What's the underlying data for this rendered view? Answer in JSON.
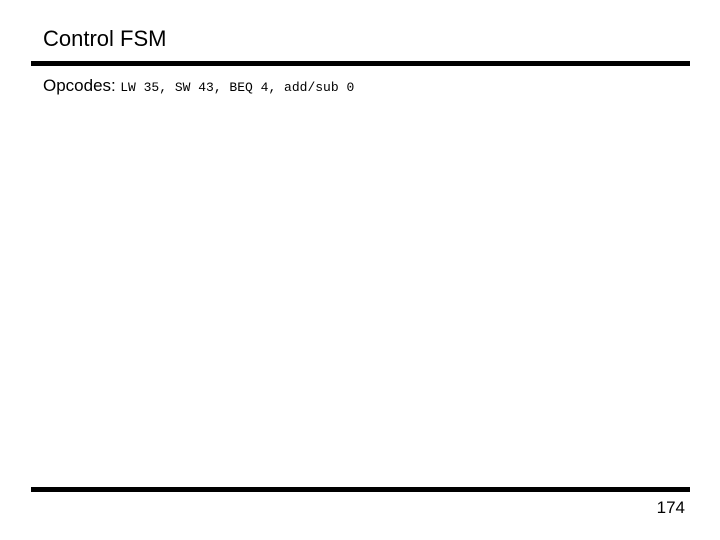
{
  "slide": {
    "title": "Control FSM",
    "opcodes_label": "Opcodes:",
    "opcodes_list": "LW 35, SW 43, BEQ 4, add/sub 0",
    "page_number": "174"
  }
}
